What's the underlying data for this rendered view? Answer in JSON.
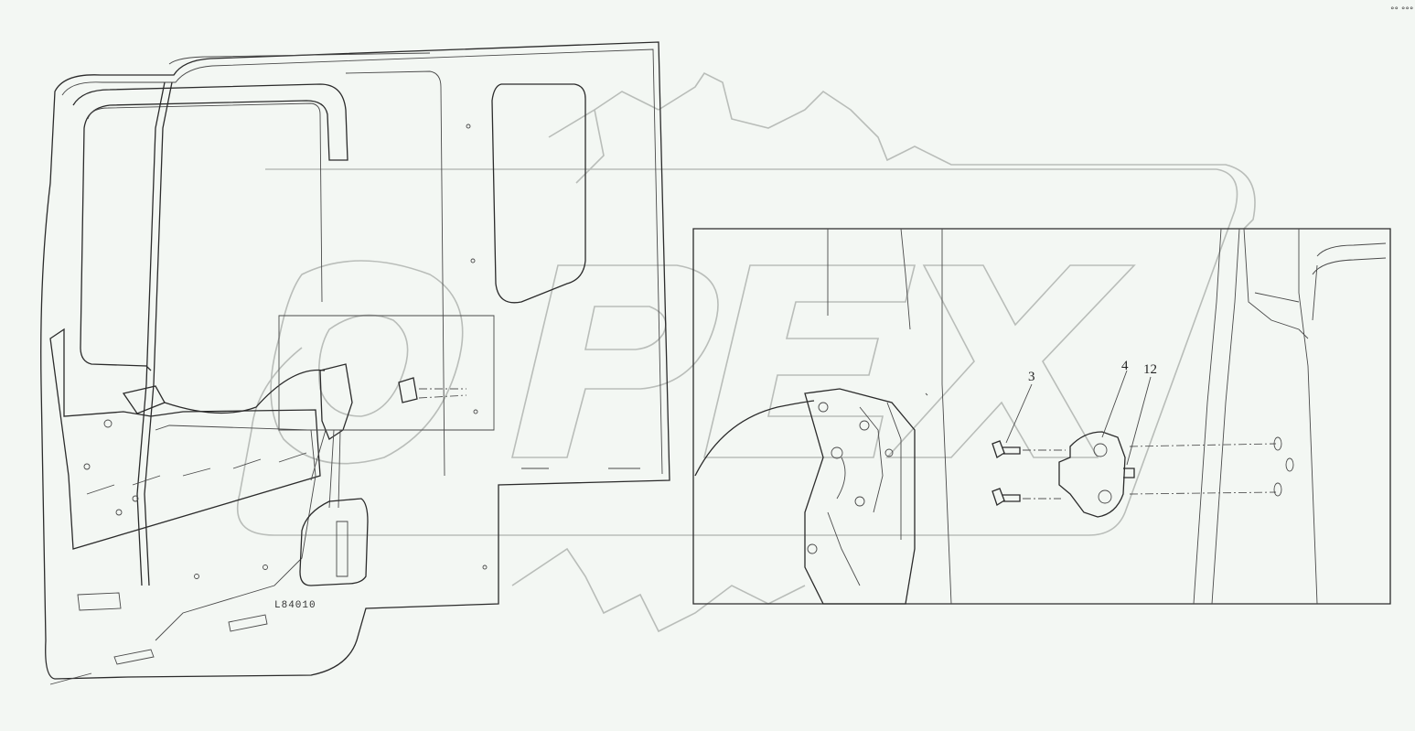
{
  "diagram": {
    "callouts": [
      {
        "id": "callout-3",
        "text": "3"
      },
      {
        "id": "callout-4",
        "text": "4"
      },
      {
        "id": "callout-12",
        "text": "12"
      }
    ],
    "part_code": "L84010",
    "corner_marks": "°° °°°",
    "watermark_text": "OPEX"
  },
  "colors": {
    "background": "#f3f7f3",
    "line": "#2b2b2b",
    "watermark": "#b9bdb9"
  }
}
